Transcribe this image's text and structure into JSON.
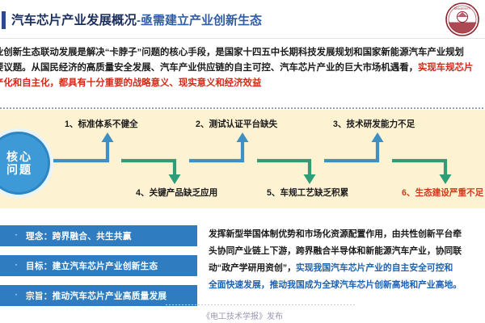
{
  "header": {
    "title_main": "汽车芯片产业发展概况",
    "title_sub": "-亟需建立产业创新生态",
    "accent_bar_color": "#2b4a8b",
    "logo_name": "institution-seal-logo"
  },
  "intro": {
    "line1": "业创新生态联动发展是解决“卡脖子”问题的核心手段，是国家十四五中长期科技发展规划和国家新能源汽车产业规划",
    "line2_a": "要议题。从国民经济的高质量安全发展、汽车产业供应链的自主可控、汽车芯片产业的巨大市场机遇看，",
    "line2_b": "实现车规芯片",
    "line3": "产化和自主化，都具有十分重要的战略意义、现实意义和经济效益",
    "highlight_color": "#d32a18"
  },
  "diagram": {
    "background_color": "#fdf2d2",
    "core": {
      "line1": "核心",
      "line2": "问题",
      "fill_color": "#3e9ad6"
    },
    "nodes": [
      {
        "id": 1,
        "label": "1、标准体系不健全",
        "color": "#1a1a1a",
        "position": "top"
      },
      {
        "id": 2,
        "label": "2、测试认证平台缺失",
        "color": "#1a1a1a",
        "position": "top"
      },
      {
        "id": 3,
        "label": "3、技术研发能力不足",
        "color": "#1a1a1a",
        "position": "top"
      },
      {
        "id": 4,
        "label": "4、关键产品缺乏应用",
        "color": "#1a1a1a",
        "position": "bottom"
      },
      {
        "id": 5,
        "label": "5、车规工艺缺乏积累",
        "color": "#1a1a1a",
        "position": "bottom"
      },
      {
        "id": 6,
        "label": "6、生态建设严重不足",
        "color": "#d33a1c",
        "position": "bottom"
      }
    ],
    "connector_up_color": "#3e8fc4",
    "connector_down_color": "#2e9e79"
  },
  "bottom": {
    "pills": [
      {
        "bullet": "·",
        "label": "理念：跨界融合、共生共赢"
      },
      {
        "bullet": "·",
        "label": "目标：建立汽车芯片产业创新生态"
      },
      {
        "bullet": "·",
        "label": "宗旨：推动汽车芯片产业高质量发展"
      }
    ],
    "pill_color": "#2f7dc0",
    "paragraph": {
      "line1": "发挥新型举国体制优势和市场化资源配置作用，由共性创新平台牵",
      "line2": "头协同产业链上下游，跨界融合半导体和新能源汽车产业，协同联",
      "line3_a": "动“政产学研用资创”，",
      "line3_b": "实现我国汽车芯片产业的自主安全可控和",
      "line4": "全面快速发展，推动我国成为全球汽车芯片创新高地和产业高地。",
      "highlight_color": "#1f62b0"
    }
  },
  "footer": {
    "text": "《电工技术学报》发布"
  }
}
